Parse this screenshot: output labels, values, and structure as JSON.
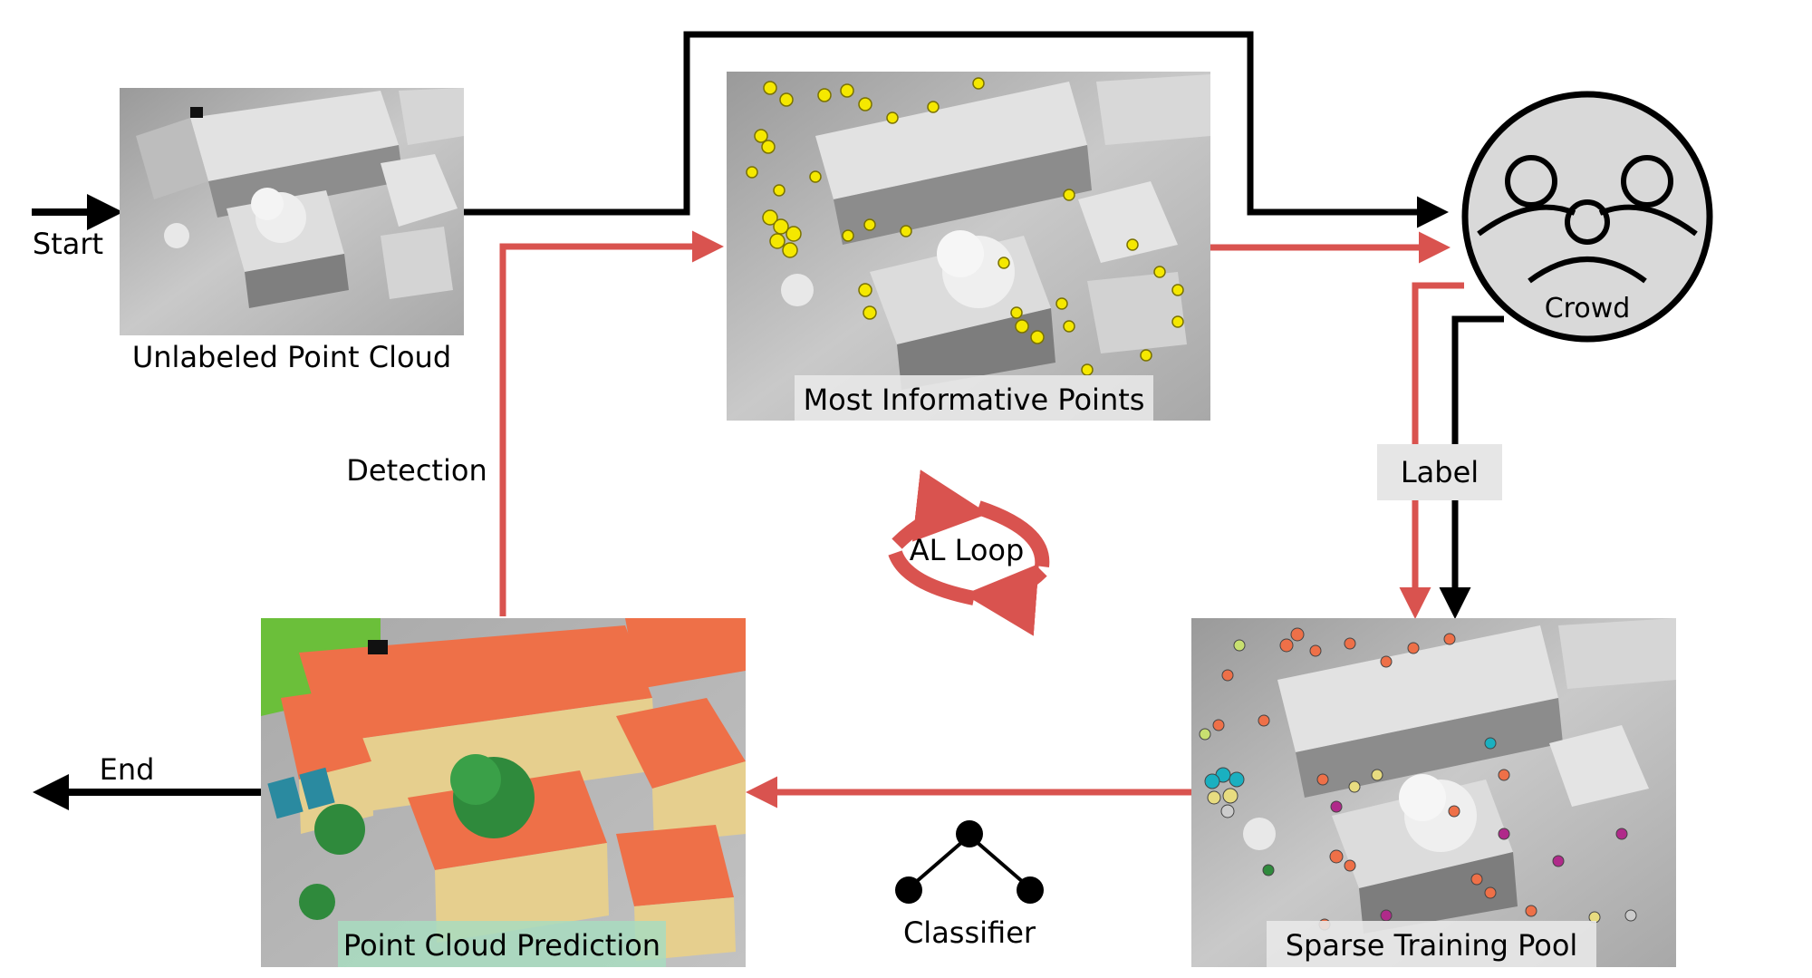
{
  "labels": {
    "start": "Start",
    "end": "End",
    "unlabeled": "Unlabeled Point Cloud",
    "informative": "Most Informative Points",
    "crowd": "Crowd",
    "label": "Label",
    "detection": "Detection",
    "al_loop": "AL Loop",
    "sparse_pool": "Sparse Training Pool",
    "prediction": "Point Cloud Prediction",
    "classifier": "Classifier"
  },
  "colors": {
    "black_flow": "#000000",
    "red_flow": "#d9534f",
    "roof_prediction": "#ee7048",
    "wall_prediction": "#e6cf8e",
    "tree_prediction": "#2f8a3c",
    "highlight_point": "#f5e800",
    "label_box": "#e6e6e6"
  }
}
